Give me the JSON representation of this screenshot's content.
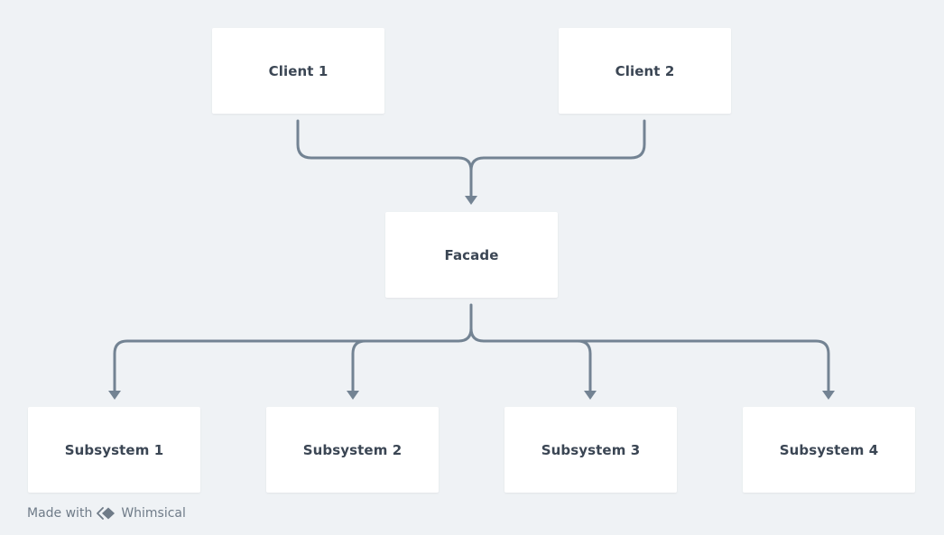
{
  "diagram": {
    "nodes": {
      "client1": "Client 1",
      "client2": "Client 2",
      "facade": "Facade",
      "subsystem1": "Subsystem 1",
      "subsystem2": "Subsystem 2",
      "subsystem3": "Subsystem 3",
      "subsystem4": "Subsystem 4"
    },
    "edges": [
      {
        "from": "Client 1",
        "to": "Facade"
      },
      {
        "from": "Client 2",
        "to": "Facade"
      },
      {
        "from": "Facade",
        "to": "Subsystem 1"
      },
      {
        "from": "Facade",
        "to": "Subsystem 2"
      },
      {
        "from": "Facade",
        "to": "Subsystem 3"
      },
      {
        "from": "Facade",
        "to": "Subsystem 4"
      }
    ],
    "connector_color": "#738393",
    "node_color": "#ffffff",
    "background_color": "#eff2f5"
  },
  "footer": {
    "made_with": "Made with",
    "brand": "Whimsical",
    "logo_icon": "whimsical-logo-icon"
  }
}
